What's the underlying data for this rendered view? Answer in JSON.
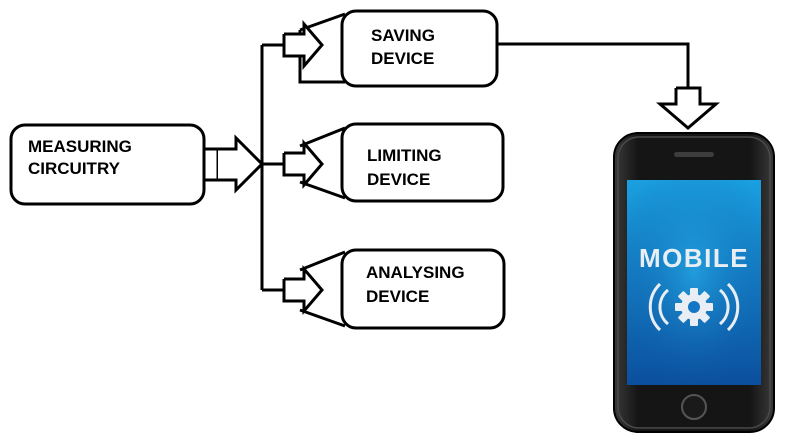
{
  "nodes": {
    "measuring": {
      "line1": "MEASURING",
      "line2": "CIRCUITRY"
    },
    "saving": {
      "line1": "SAVING",
      "line2": "DEVICE"
    },
    "limiting": {
      "line1": "LIMITING",
      "line2": "DEVICE"
    },
    "analysing": {
      "line1": "ANALYSING",
      "line2": "DEVICE"
    }
  },
  "mobile": {
    "label": "MOBILE",
    "icon": "gear-signal-icon"
  },
  "colors": {
    "stroke": "#000000",
    "screen_top": "#1aa0e0",
    "screen_bottom": "#0b4f9e",
    "phone_body": "#1c1c1c",
    "icon": "#e8eef4"
  }
}
